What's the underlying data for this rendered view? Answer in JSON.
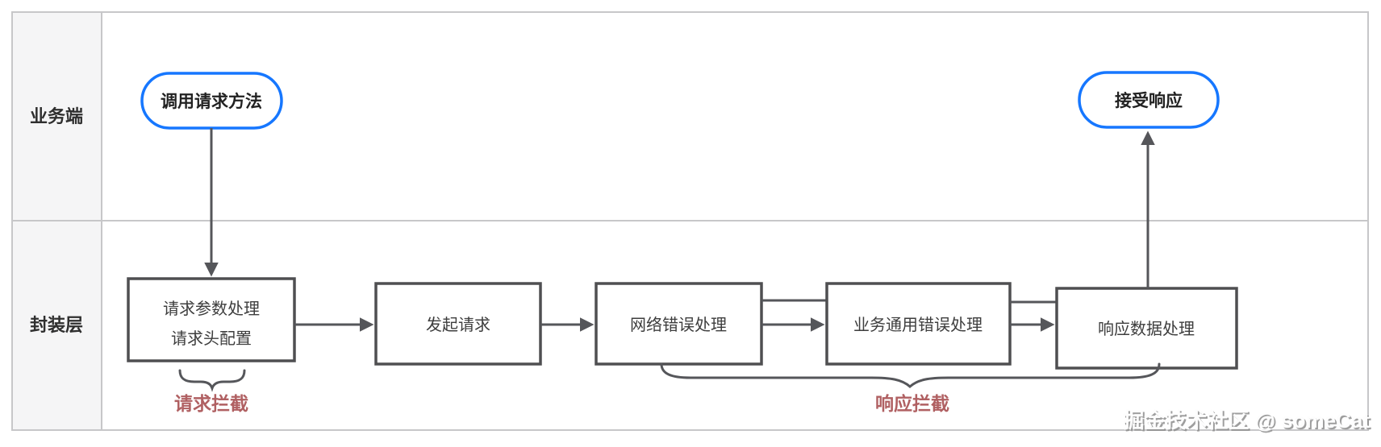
{
  "diagram": {
    "lanes": [
      {
        "label": "业务端"
      },
      {
        "label": "封装层"
      }
    ],
    "nodes": {
      "call_request": "调用请求方法",
      "receive_response": "接受响应",
      "param_processing_line1": "请求参数处理",
      "param_processing_line2": "请求头配置",
      "send_request": "发起请求",
      "network_error": "网络错误处理",
      "business_error": "业务通用错误处理",
      "response_data": "响应数据处理"
    },
    "annotations": {
      "request_intercept": "请求拦截",
      "response_intercept": "响应拦截"
    },
    "watermark": "掘金技术社区 @ someCat",
    "colors": {
      "pill_border": "#1677ff",
      "box_border": "#4f4f51",
      "arrow": "#55565a",
      "annotation": "#b06062",
      "grid": "#c7c7c9",
      "lane_bg": "#f5f5f6"
    }
  }
}
